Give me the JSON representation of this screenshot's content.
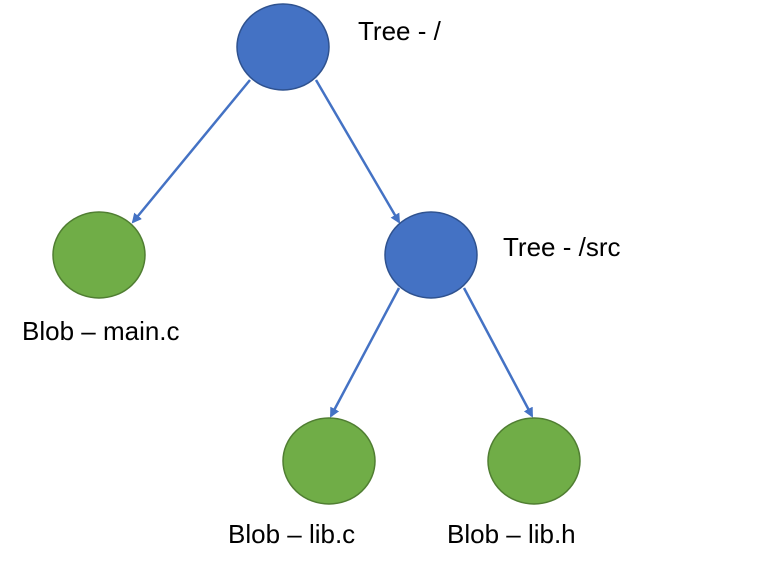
{
  "colors": {
    "tree_fill": "#4472C4",
    "tree_stroke": "#2F528F",
    "blob_fill": "#70AD47",
    "blob_stroke": "#507E32",
    "edge": "#4472C4"
  },
  "nodes": [
    {
      "id": "root",
      "kind": "tree",
      "label": "Tree - /"
    },
    {
      "id": "main",
      "kind": "blob",
      "label": "Blob – main.c"
    },
    {
      "id": "src",
      "kind": "tree",
      "label": "Tree - /src"
    },
    {
      "id": "libc",
      "kind": "blob",
      "label": "Blob – lib.c"
    },
    {
      "id": "libh",
      "kind": "blob",
      "label": "Blob – lib.h"
    }
  ],
  "edges": [
    {
      "from": "root",
      "to": "main"
    },
    {
      "from": "root",
      "to": "src"
    },
    {
      "from": "src",
      "to": "libc"
    },
    {
      "from": "src",
      "to": "libh"
    }
  ]
}
